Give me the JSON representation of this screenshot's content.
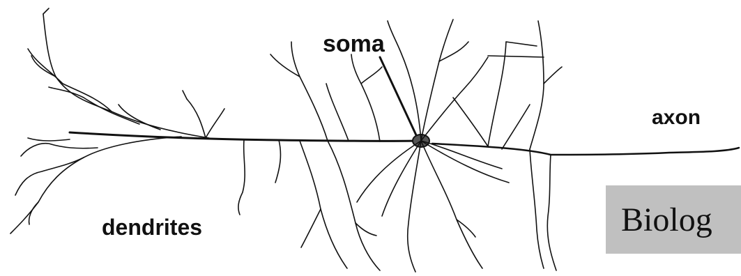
{
  "labels": {
    "soma": "soma",
    "axon": "axon",
    "dendrites": "dendrites"
  },
  "caption": {
    "text": "Biolog",
    "background": "#c0c0c0"
  },
  "colors": {
    "ink": "#111111",
    "background": "#ffffff"
  }
}
